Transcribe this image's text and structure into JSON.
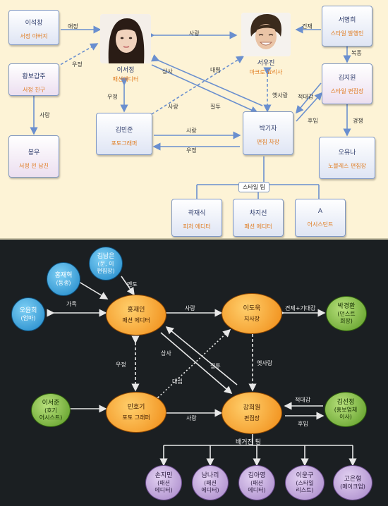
{
  "top": {
    "persons": [
      {
        "name": "이석창",
        "role": "서정 아버지"
      },
      {
        "name": "황보갑주",
        "role": "서정 친구"
      },
      {
        "name": "봉우",
        "role": "서정 전 남친"
      },
      {
        "name": "이서정",
        "role": "패션에디터"
      },
      {
        "name": "서우진",
        "role": "마크로 요리사"
      },
      {
        "name": "김민준",
        "role": "포토그래퍼"
      },
      {
        "name": "박기자",
        "role": "편집 차장"
      },
      {
        "name": "서명희",
        "role": "스타일 발행인"
      },
      {
        "name": "김지원",
        "role": "스타일 편집장"
      },
      {
        "name": "오유나",
        "role": "노블레스 편집장"
      },
      {
        "name": "곽재식",
        "role": "피처 에디터"
      },
      {
        "name": "차지선",
        "role": "패션 에디터"
      },
      {
        "name": "A",
        "role": "어시스턴트"
      }
    ],
    "team_label": "스타일 팀",
    "relations": [
      "애정",
      "우정",
      "사랑",
      "상사",
      "대립",
      "사랑",
      "질투",
      "우정",
      "사랑",
      "우정",
      "옛사랑",
      "건재",
      "복종",
      "적대감",
      "후임",
      "경쟁",
      "사랑"
    ]
  },
  "bottom": {
    "persons": [
      {
        "name": "김남은",
        "role": "(문, 이\n편집장)"
      },
      {
        "name": "홍재혁",
        "role": "(동생)"
      },
      {
        "name": "오윤희",
        "role": "(엄마)"
      },
      {
        "name": "홍재인",
        "role": "패션 에디터"
      },
      {
        "name": "이도욱",
        "role": "지사장"
      },
      {
        "name": "박경환",
        "role": "(던스트\n회장)"
      },
      {
        "name": "이서준",
        "role": "(호기\n어시스트)"
      },
      {
        "name": "민호기",
        "role": "포토 그래퍼"
      },
      {
        "name": "강희원",
        "role": "편집장"
      },
      {
        "name": "김선정",
        "role": "(홍보업체\n이사)"
      },
      {
        "name": "손지민",
        "role": "(패션\n에디터)"
      },
      {
        "name": "남나리",
        "role": "(패션\n에디터)"
      },
      {
        "name": "김아영",
        "role": "(패션\n에디터)"
      },
      {
        "name": "이윤구",
        "role": "(스타일\n리스트)"
      },
      {
        "name": "고은형",
        "role": "(메이크업)"
      }
    ],
    "team_label": "배거진 팀",
    "relations": [
      "멘토",
      "가족",
      "사랑",
      "견제+기대감",
      "상사",
      "우정",
      "대립",
      "질투",
      "옛사랑",
      "사랑",
      "적대감",
      "후임"
    ]
  },
  "colors": {
    "top_bg": "#fdf3d6",
    "bottom_bg": "#1b1f22",
    "arrow_top": "#6a8fcf",
    "arrow_bottom": "#e8e8e8"
  }
}
